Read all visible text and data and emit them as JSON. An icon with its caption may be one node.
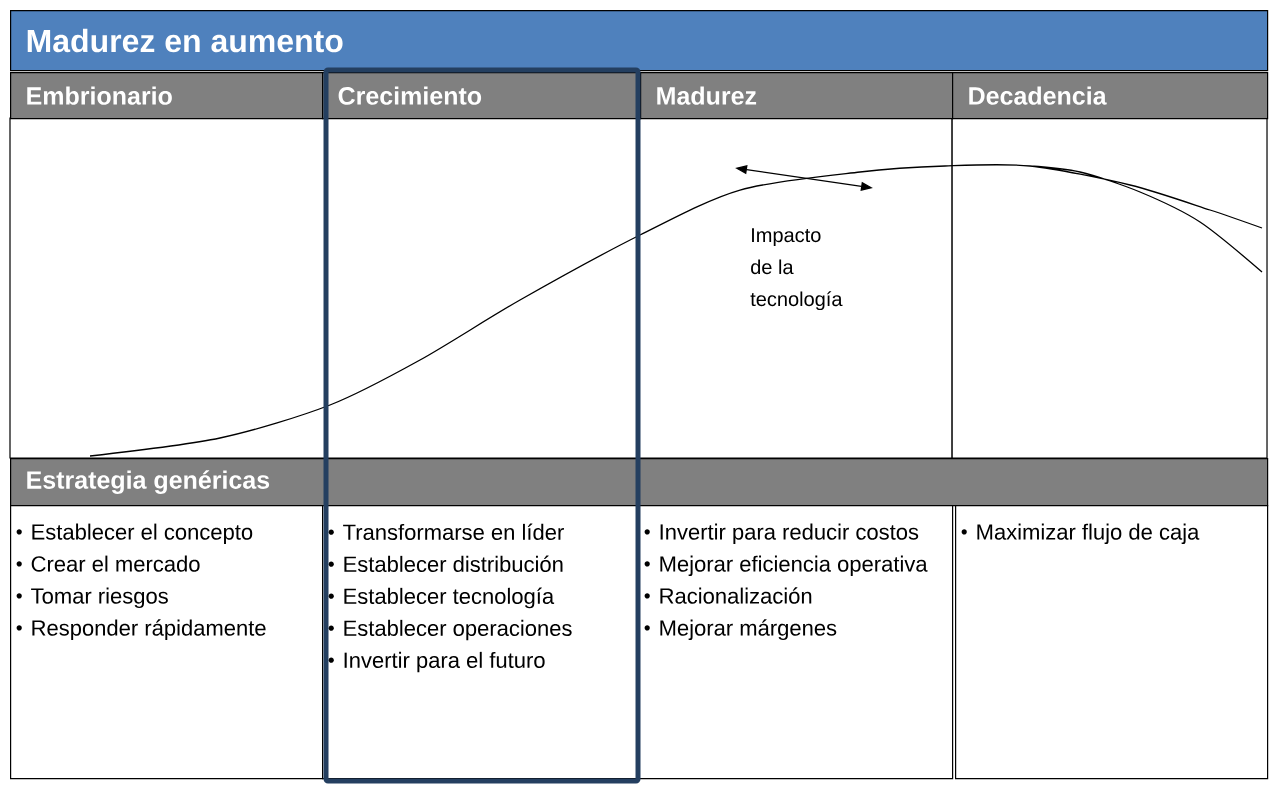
{
  "diagram": {
    "nodes": [
      {
        "text": [
          "Madurez en aumento"
        ]
      },
      {
        "text": [
          "Embrionario"
        ]
      },
      {
        "text": [
          "Crecimiento"
        ]
      },
      {
        "text": [
          "Madurez"
        ]
      },
      {
        "text": [
          "Decadencia"
        ]
      },
      {
        "text": [
          "Estrategia genéricas"
        ]
      },
      {
        "text": [
          "Establecer el concepto",
          "Crear el mercado",
          "Tomar riesgos",
          "Responder rápidamente"
        ]
      },
      {
        "text": [
          "Transformarse en líder",
          "Establecer distribución",
          "Establecer tecnología",
          "Establecer operaciones",
          "Invertir para el futuro"
        ]
      },
      {
        "text": [
          "Invertir para reducir costos",
          "Mejorar eficiencia operativa",
          "Racionalización",
          "Mejorar márgenes"
        ]
      },
      {
        "text": [
          "Maximizar flujo de caja"
        ]
      }
    ],
    "labels": [
      "Impacto de la tecnología"
    ]
  }
}
